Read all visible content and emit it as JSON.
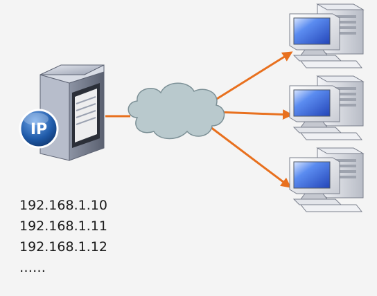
{
  "server": {
    "badge_label": "IP",
    "icon": "server-icon"
  },
  "network": {
    "icon": "cloud-icon"
  },
  "clients": [
    {
      "icon": "computer-icon"
    },
    {
      "icon": "computer-icon"
    },
    {
      "icon": "computer-icon"
    }
  ],
  "ip_addresses": [
    "192.168.1.10",
    "192.168.1.11",
    "192.168.1.12",
    "……"
  ],
  "colors": {
    "link_line": "#e8701e",
    "cloud_fill": "#b9c9cd",
    "cloud_stroke": "#7c9096",
    "screen_blue": "#3f6fe0",
    "badge_blue": "#1f5aa8",
    "background": "#f4f4f4"
  }
}
